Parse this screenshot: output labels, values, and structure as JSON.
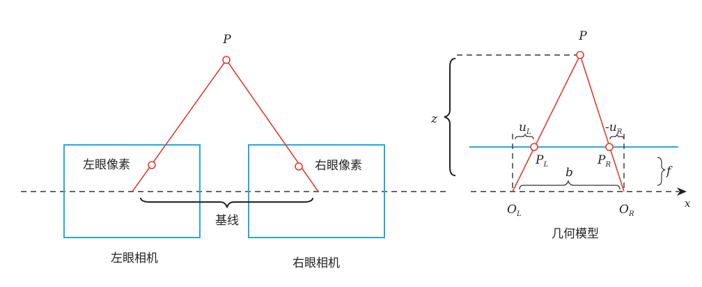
{
  "left": {
    "point_label": "P",
    "left_pixel_label": "左眼像素",
    "right_pixel_label": "右眼像素",
    "baseline_label": "基线",
    "left_camera_label": "左眼相机",
    "right_camera_label": "右眼相机"
  },
  "right": {
    "point_label": "P",
    "z_label": "z",
    "f_label": "f",
    "b_label": "b",
    "x_axis_label": "x",
    "uL_main": "u",
    "uL_sub": "L",
    "uR_prefix": "-u",
    "uR_sub": "R",
    "PL_main": "P",
    "PL_sub": "L",
    "PR_main": "P",
    "PR_sub": "R",
    "OL_main": "O",
    "OL_sub": "L",
    "OR_main": "O",
    "OR_sub": "R",
    "caption": "几何模型"
  },
  "colors": {
    "ray": "#e03c2c",
    "camera": "#29a8dc",
    "axis": "#333333"
  }
}
